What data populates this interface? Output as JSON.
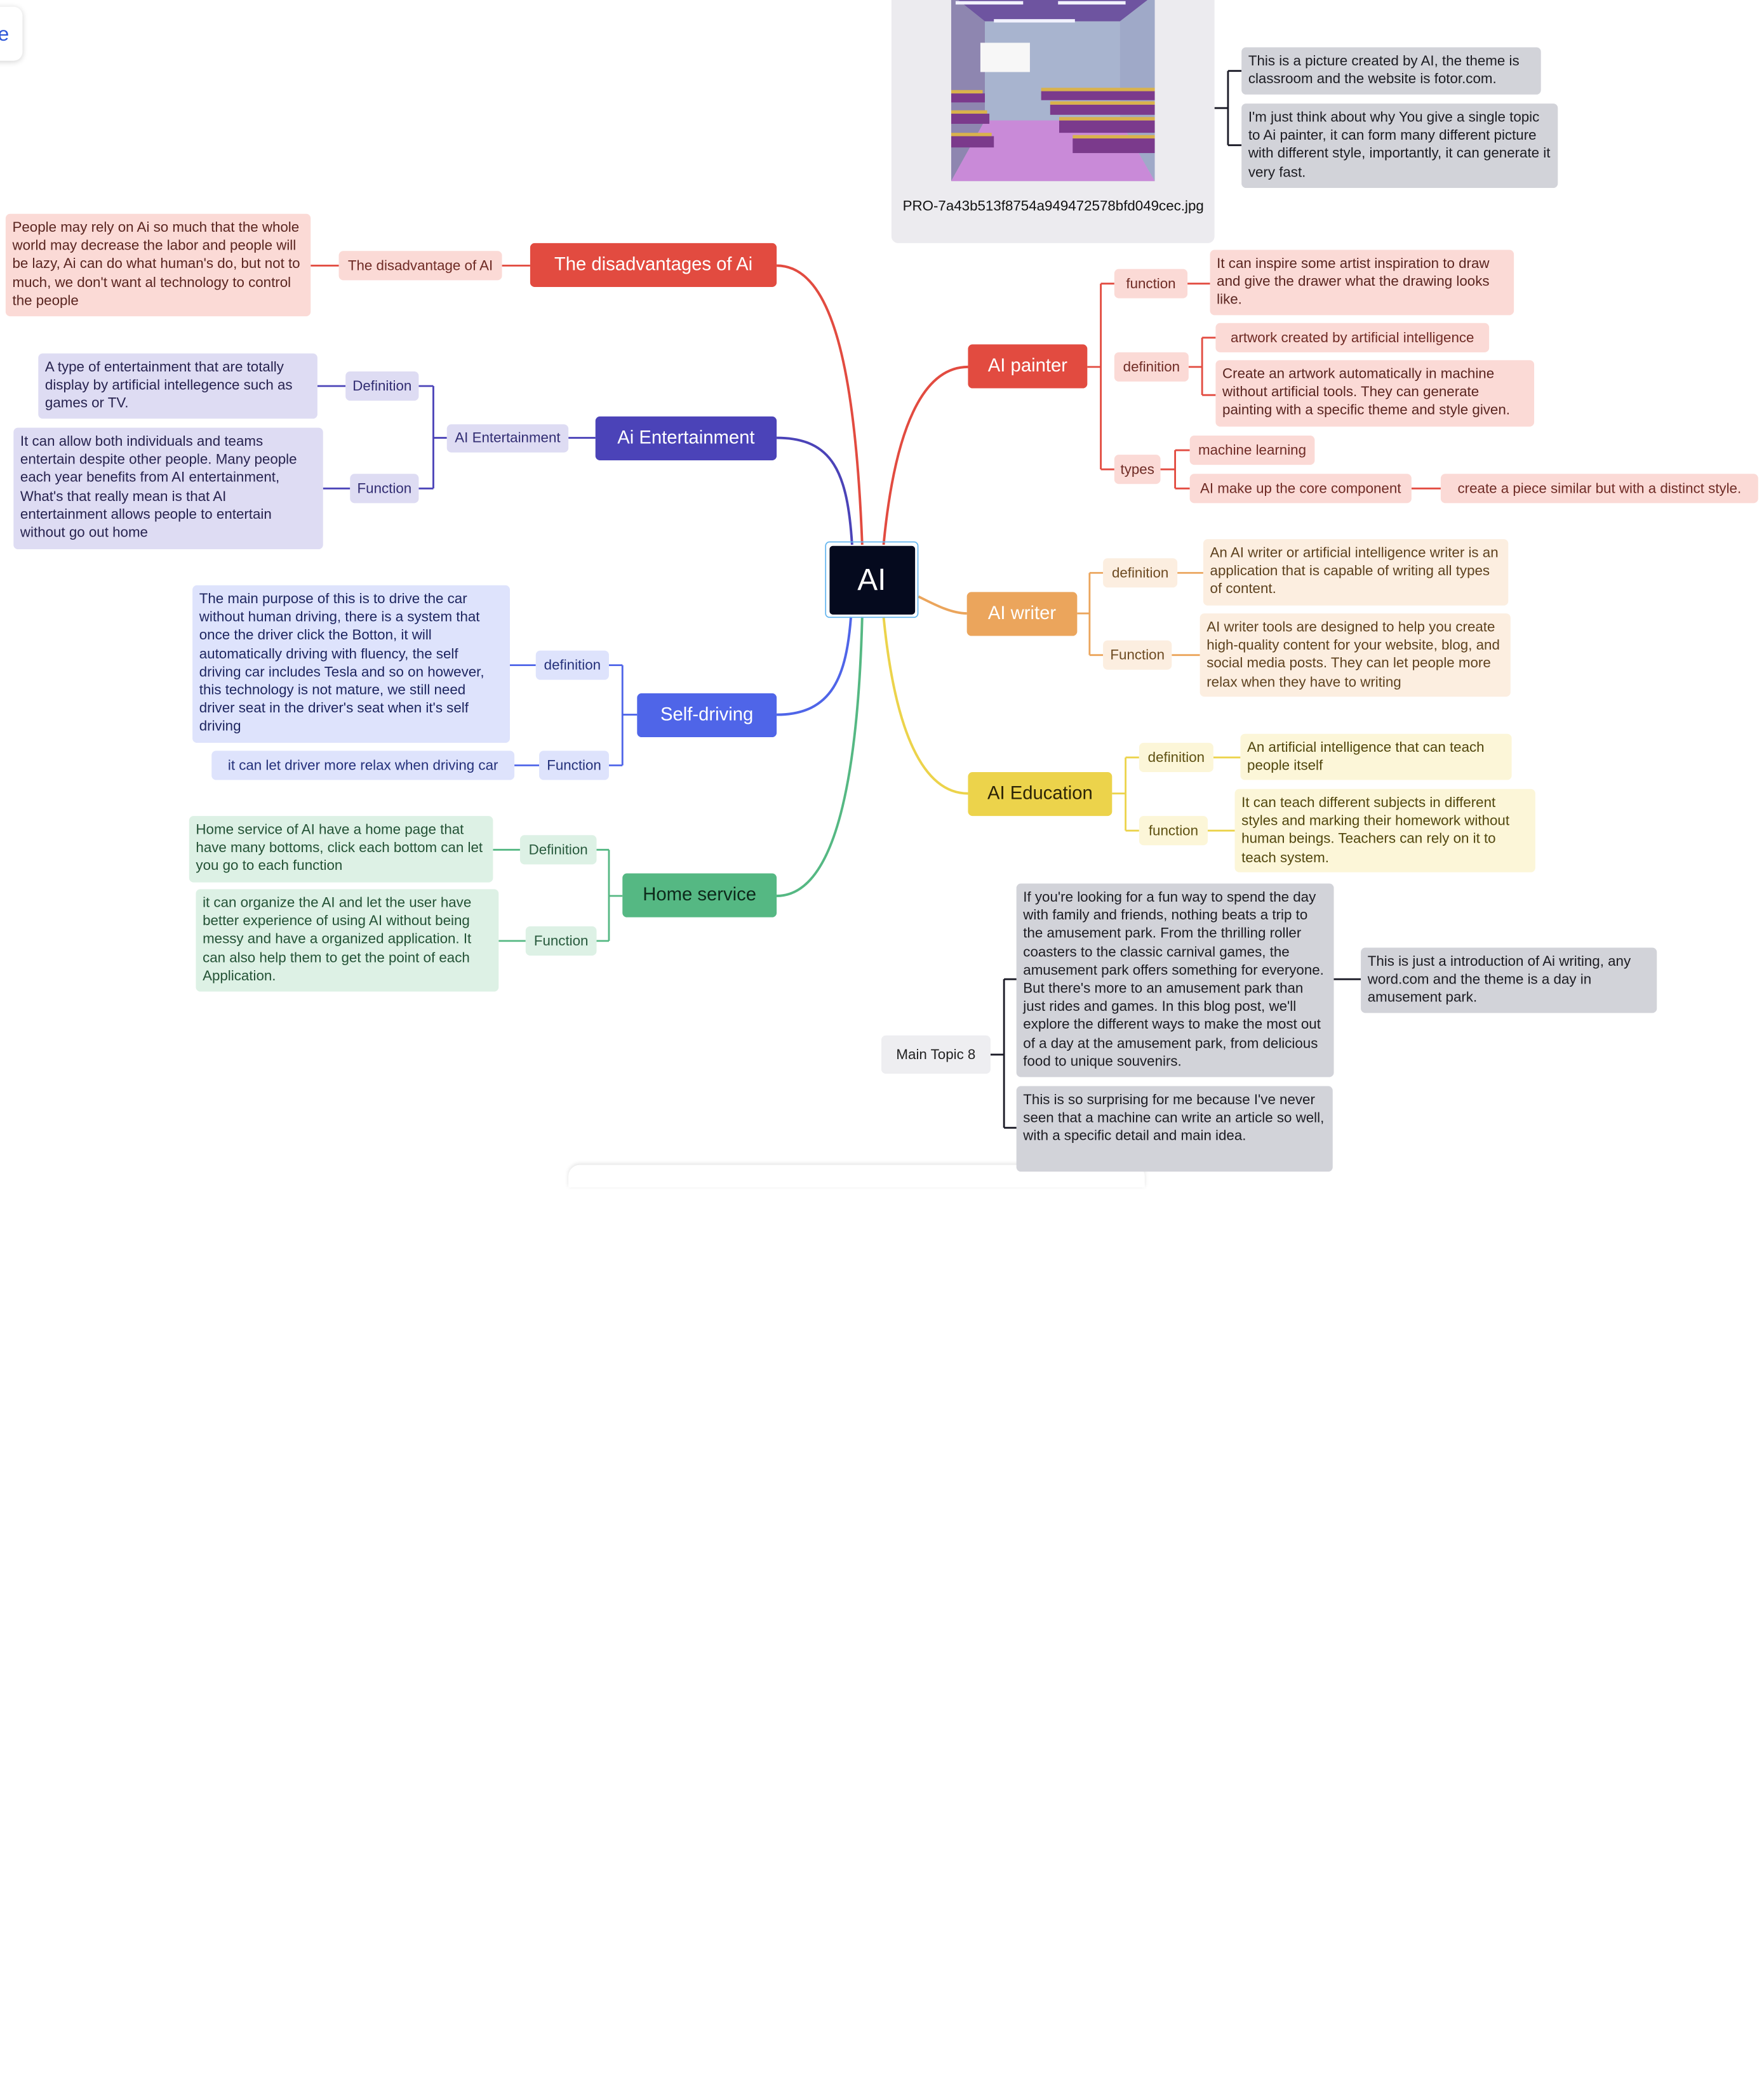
{
  "center": {
    "label": "AI"
  },
  "colors": {
    "red": "#e24b40",
    "purple": "#4b43b8",
    "blue": "#4f65e8",
    "green": "#55b883",
    "orange": "#eba55c",
    "yellow": "#ecd34b",
    "dark": "#1a1a26",
    "focus": "#66b6ef"
  },
  "topics": {
    "disadvantages": {
      "label": "The disadvantages of Ai",
      "sub": "The disadvantage of AI",
      "leaf": "People may rely on Ai so much that the whole world may decrease the labor and people will be lazy, Ai can do what human's do, but not to much, we don't want al technology to control the people"
    },
    "entertainment": {
      "label": "Ai Entertainment",
      "sub": "AI Entertainment",
      "definition": "Definition",
      "definition_text": "A type of entertainment that are totally display by artificial intellegence such as games or TV.",
      "function": "Function",
      "function_text": "It can allow both individuals and teams entertain despite other people. Many people each year benefits from AI entertainment, What's that really mean is that AI entertainment allows people to entertain without go out home"
    },
    "selfdriving": {
      "label": "Self-driving",
      "definition": "definition",
      "definition_text": "The main purpose of this is to drive the car without human driving, there is a system that once the driver click the Botton, it will automatically driving with fluency, the self driving car includes Tesla and so on however, this technology is not mature, we still need driver seat in the driver's seat when it's self driving",
      "function": "Function",
      "function_text": "it can let driver more relax when driving car"
    },
    "home": {
      "label": "Home service",
      "definition": "Definition",
      "definition_text": "Home service of AI have a home page that have many bottoms, click each bottom can let you go to each function",
      "function": "Function",
      "function_text": "it can organize the AI and let the user have better experience of using AI without being messy and have a organized application. It can also help them to get the point of each Application."
    },
    "painter": {
      "label": "AI painter",
      "function": "function",
      "function_text": "It can inspire some artist inspiration to draw and give the drawer what the drawing looks like.",
      "definition": "definition",
      "definition_text1": "artwork created by artificial intelligence",
      "definition_text2": "Create an artwork automatically in machine without artificial tools. They can generate painting with a specific theme and style given.",
      "types": "types",
      "types_1": "machine learning",
      "types_2": "AI make up the core component",
      "types_2_child": "create a piece similar but with a distinct style."
    },
    "writer": {
      "label": "AI writer",
      "definition": "definition",
      "definition_text": "An AI writer or artificial intelligence writer is an application that is capable of writing all types of content.",
      "function": "Function",
      "function_text": "AI writer tools are designed to help you create high-quality content for your website, blog, and social media posts. They can let people more relax when they have to writing"
    },
    "education": {
      "label": "AI Education",
      "definition": "definition",
      "definition_text": "An artificial intelligence that can teach people itself",
      "function": "function",
      "function_text": "It can teach different subjects in different styles and marking their homework without human beings. Teachers can rely on it to teach system."
    },
    "topic8": {
      "label": "Main Topic 8",
      "essay": "If you're looking for a fun way to spend the day with family and friends, nothing beats a trip to the amusement park. From the thrilling roller coasters to the classic carnival games, the amusement park offers something for everyone. But there's more to an amusement park than just rides and games. In this blog post, we'll explore the different ways to make the most out of a day at the amusement park, from delicious food to unique souvenirs.",
      "essay_note": "This is just a introduction of Ai writing, any word.com and the theme is a day in amusement park.",
      "surprise": "This is so surprising for me because I've never seen that a machine can write an article so well, with a specific detail and main idea."
    },
    "image": {
      "caption": "PRO-7a43b513f8754a949472578bfd049cec.jpg",
      "note1": "This is a picture created by AI, the theme is classroom and the website is fotor.com.",
      "note2": "I'm just think about why You give a single topic to Ai painter, it can form many different picture with different style, importantly, it can generate it very fast."
    }
  },
  "chrome": {
    "topleft_glyph": "e"
  }
}
